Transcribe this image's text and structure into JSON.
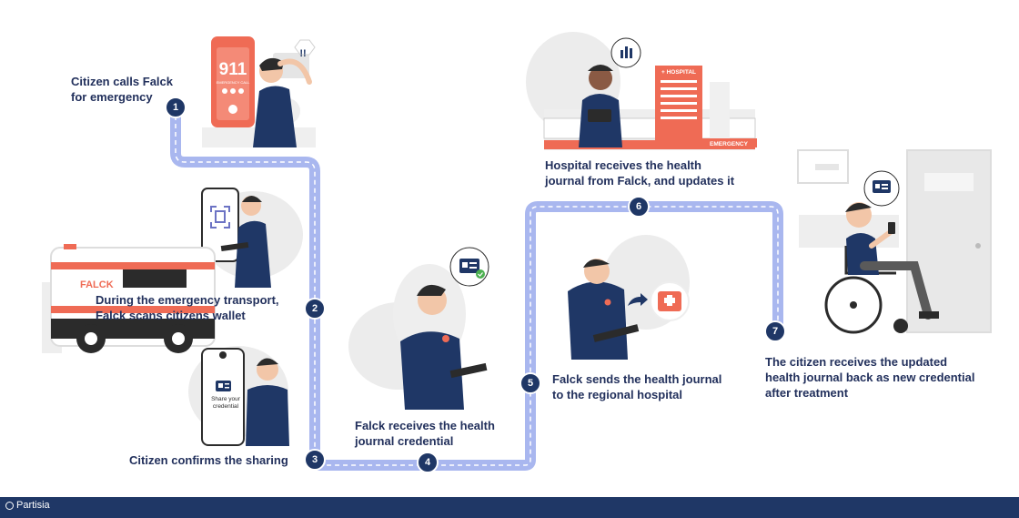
{
  "steps": [
    {
      "num": "1",
      "text": "Citizen calls Falck\nfor emergency"
    },
    {
      "num": "2",
      "text": "During the emergency transport,\nFalck scans citizens wallet"
    },
    {
      "num": "3",
      "text": "Citizen confirms the sharing"
    },
    {
      "num": "4",
      "text": "Falck receives the health\njournal credential"
    },
    {
      "num": "5",
      "text": "Falck sends the health journal\nto the regional hospital"
    },
    {
      "num": "6",
      "text": "Hospital receives the health\njournal from Falck, and updates it"
    },
    {
      "num": "7",
      "text": "The citizen receives the updated\nhealth journal back as new credential\nafter treatment"
    }
  ],
  "phone": {
    "number": "911",
    "sub": "EMERGENCY CALL"
  },
  "share_phone": {
    "line1": "Share your",
    "line2": "credential"
  },
  "ambulance": {
    "brand": "FALCK"
  },
  "hospital": {
    "sign": "+ HOSPITAL",
    "banner": "EMERGENCY"
  },
  "exclaim": "!!",
  "footer": {
    "brand": "Partisia"
  },
  "colors": {
    "navy": "#1f3766",
    "path": "#a9b7ef",
    "accent": "#ef6b55",
    "skin": "#f2c6a8",
    "grey": "#e6e6e6"
  },
  "icons": [
    "qr-code-icon",
    "id-card-icon",
    "check-icon",
    "hospital-icon",
    "arrow-icon",
    "bar-chart-icon"
  ]
}
